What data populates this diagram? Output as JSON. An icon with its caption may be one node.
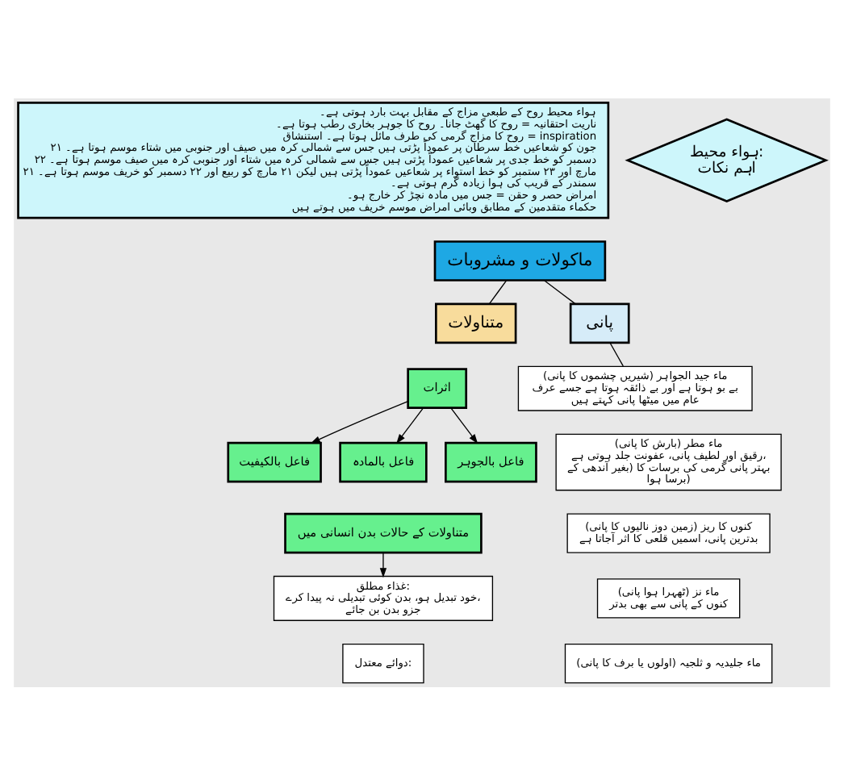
{
  "diagram": {
    "nodes": [
      {
        "text": [
          "ہواء محیط روح کے طبعی مزاج کے مقابل بہت بارد ہوتی ہے۔",
          "ناریت احتقانیہ = روح کا گھٹ جانا۔ روح کا جوہر بخاری رطب ہوتا ہے۔",
          "روح کا مزاج گرمی کی طرف مائل ہوتا ہے۔ استنشاق = inspiration",
          "۲۱ جون کو شعاعیں خط سرطان پر عموداً پڑتی ہیں جس سے شمالی کرہ میں صیف اور جنوبی میں شتاء موسم ہوتا ہے۔",
          "۲۲ دسمبر کو خط جدی پر شعاعیں عموداً پڑتی ہیں جس سے شمالی کرہ میں شتاء اور جنوبی کرہ میں صیف موسم ہوتا ہے۔",
          "۲۱ مارچ اور ۲۳ ستمبر کو خط استواء پر شعاعیں عموداً پڑتی ہیں لیکن ۲۱ مارچ کو ربیع اور ۲۲ دسمبر کو خریف موسم ہوتا ہے۔",
          "سمندر کے قریب کی ہوا زیادہ گرم ہوتی ہے۔",
          "امراض حصر و حقن = جس میں مادہ نچڑ کر خارج ہو۔",
          "حکماء متقدمین کے مطابق وبائی امراض موسم خریف میں ہوتے ہیں"
        ]
      },
      {
        "text": [
          "ہواء محیط: اہم نکات"
        ]
      },
      {
        "text": [
          "ماکولات و مشروبات"
        ]
      },
      {
        "text": [
          "متناولات"
        ]
      },
      {
        "text": [
          "پانی"
        ]
      },
      {
        "text": [
          "اثرات"
        ]
      },
      {
        "text": [
          "فاعل بالکیفیت"
        ]
      },
      {
        "text": [
          "فاعل بالمادہ"
        ]
      },
      {
        "text": [
          "فاعل بالجوہر"
        ]
      },
      {
        "text": [
          "متناولات کے حالات بدن انسانی میں"
        ]
      },
      {
        "text": [
          "غذاء مطلق:",
          "خود تبدیل ہو، بدن کوئی تبدیلی نہ پیدا کرے، جزو بدن بن جائے"
        ]
      },
      {
        "text": [
          "دوائے معتدل:"
        ]
      },
      {
        "text": [
          "ماء جید الجواہر (شیریں چشموں کا پانی)",
          "بے بو ہوتا ہے اور بے ذائقہ ہوتا ہے جسے عرف عام میں میٹھا پانی کہتے ہیں"
        ]
      },
      {
        "text": [
          "ماء مطر (بارش کا پانی)",
          "رقیق اور لطیف پانی، عفونت جلد ہوتی ہے، بہتر پانی گرمی کی برسات کا (بغیر آندھی کے برسا ہوا)"
        ]
      },
      {
        "text": [
          "کنوں کا ریز (زمین دوز نالیوں کا پانی)",
          "بدترین پانی، اسمیں قلعی کا اثر آجاتا ہے"
        ]
      },
      {
        "text": [
          "ماء نز (ٹھہرا ہوا پانی)",
          "کنوں کے پانی سے بھی بدتر"
        ]
      },
      {
        "text": [
          "ماء جلیدیہ و ثلجیہ (اولوں یا برف کا پانی)"
        ]
      }
    ],
    "edges": [
      {
        "from": 2,
        "to": 3,
        "arrow": "none"
      },
      {
        "from": 2,
        "to": 4,
        "arrow": "none"
      },
      {
        "from": 4,
        "to": 12,
        "arrow": "none"
      },
      {
        "from": 5,
        "to": 6,
        "arrow": "to"
      },
      {
        "from": 5,
        "to": 7,
        "arrow": "to"
      },
      {
        "from": 5,
        "to": 8,
        "arrow": "to"
      },
      {
        "from": 9,
        "to": 10,
        "arrow": "to"
      }
    ]
  }
}
